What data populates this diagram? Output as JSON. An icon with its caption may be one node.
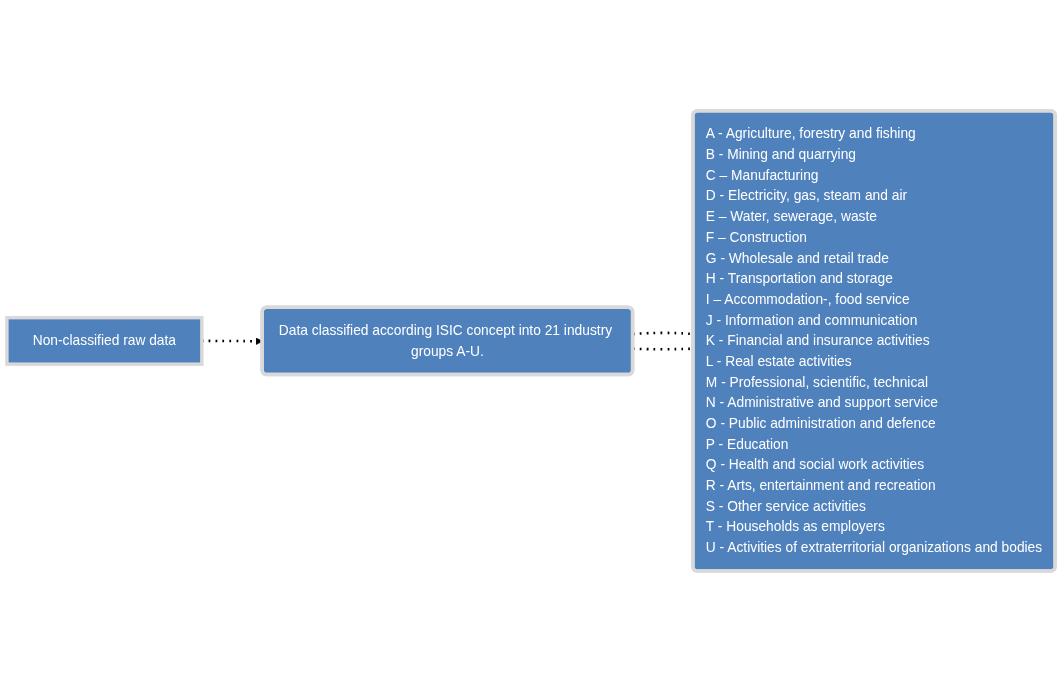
{
  "diagram": {
    "nodes": [
      {
        "text": [
          "Non-classified raw data"
        ]
      },
      {
        "text": [
          "Data classified according ISIC concept into 21 industry groups A-U."
        ]
      },
      {
        "text": [
          "A - Agriculture, forestry and fishing",
          "B - Mining and quarrying",
          "C – Manufacturing",
          "D - Electricity, gas, steam and air",
          "E – Water, sewerage, waste",
          "F – Construction",
          "G - Wholesale and retail trade",
          "H - Transportation and storage",
          "I – Accommodation-, food service",
          "J - Information and communication",
          "K - Financial and insurance activities",
          "L - Real estate activities",
          "M - Professional, scientific, technical",
          "N - Administrative and support service",
          "O - Public administration and defence",
          "P - Education",
          "Q - Health and social work activities",
          "R - Arts, entertainment and recreation",
          "S - Other service activities",
          "T - Households as employers",
          "U - Activities of extraterritorial organizations and bodies"
        ]
      }
    ],
    "edges": [
      {
        "from": 0,
        "to": 1,
        "arrow": "to",
        "style": "dashed"
      },
      {
        "from": 1,
        "to": 2,
        "arrow": "none",
        "style": "dashed"
      },
      {
        "from": 1,
        "to": 2,
        "arrow": "none",
        "style": "dashed"
      }
    ]
  }
}
